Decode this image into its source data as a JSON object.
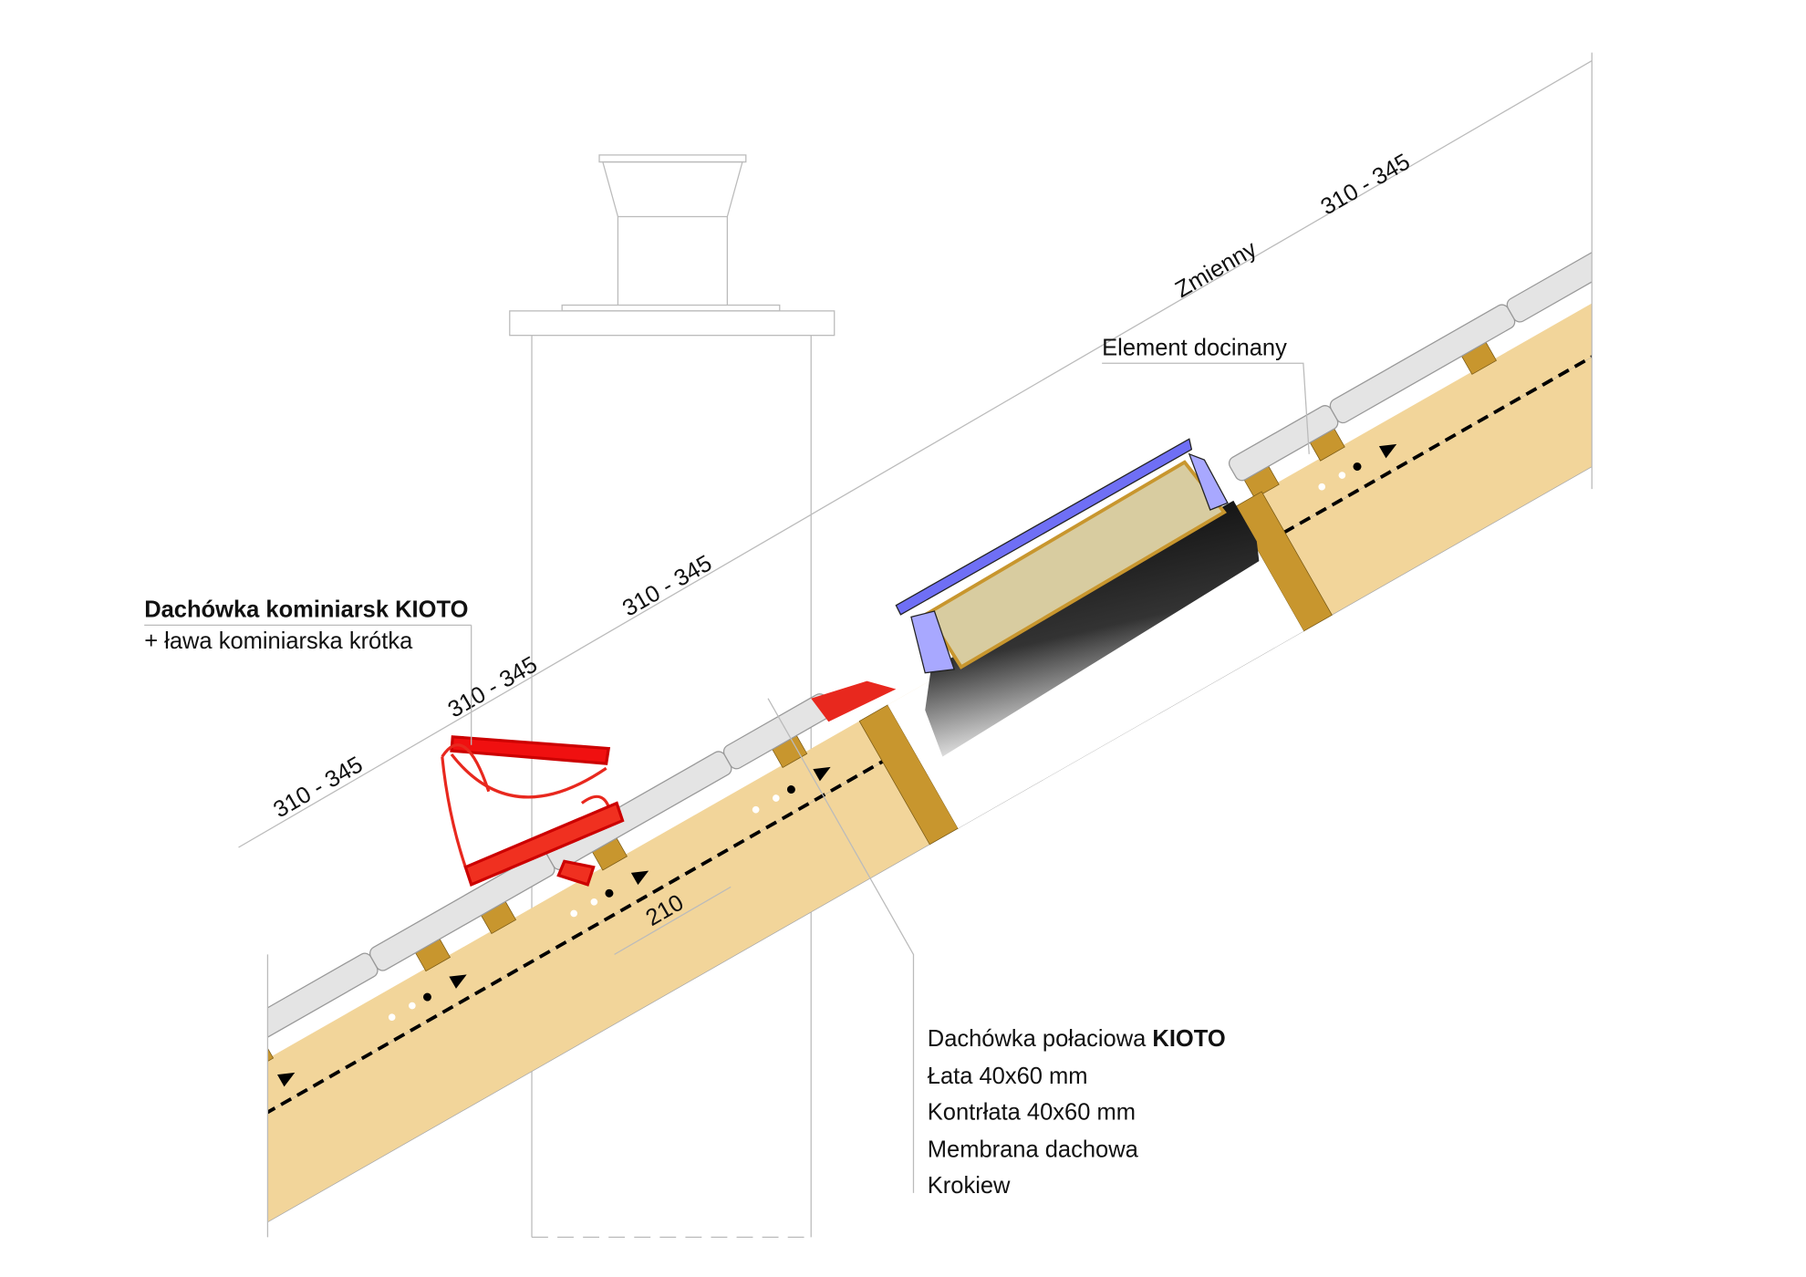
{
  "labels": {
    "chimney_tile_title": "Dachówka kominiarsk KIOTO",
    "chimney_tile_sub": "+ ława kominiarska krótka",
    "cut_element": "Element docinany",
    "legend": {
      "tile_prefix": "Dachówka połaciowa ",
      "tile_bold": "KIOTO",
      "batten": "Łata 40x60 mm",
      "counter_batten": "Kontrłata 40x60 mm",
      "membrane": "Membrana dachowa",
      "rafter": "Krokiew"
    }
  },
  "dimensions": {
    "d1": "310 - 345",
    "d2": "310 - 345",
    "d3": "310 - 345",
    "variable": "Zmienny",
    "d4": "310 - 345",
    "overhang": "210"
  },
  "colors": {
    "timber": "#f2d59a",
    "batten": "#c8962e",
    "tile": "#e4e4e4",
    "accessory": "#e8281e",
    "vent_blue": "#6f6ff5",
    "vent_body": "#d8cca0"
  }
}
